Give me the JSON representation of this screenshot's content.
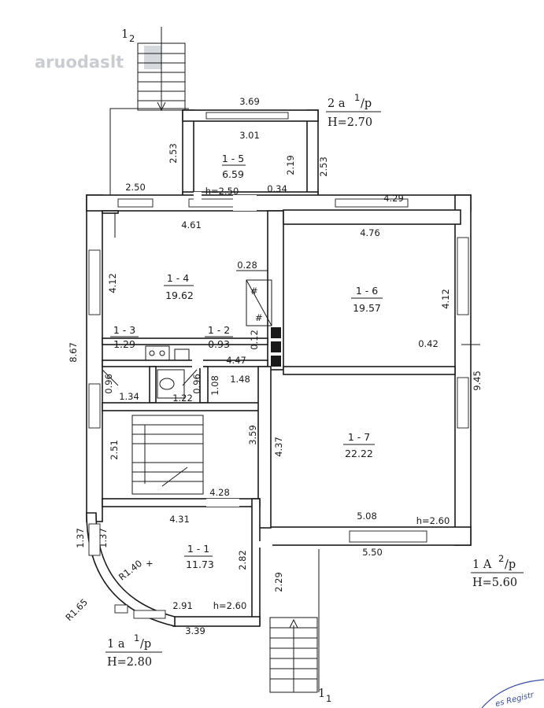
{
  "watermark": "aruodas",
  "watermark_suffix": ".lt",
  "stamp_text": "es Registr",
  "entrances": {
    "top": "1",
    "top_sub": "2",
    "bottom": "1",
    "bottom_sub": "1"
  },
  "floor_labels": [
    {
      "id": "upper",
      "name": "2 a",
      "frac": "1",
      "unit": "/p",
      "height": "H=2.70"
    },
    {
      "id": "main",
      "name": "1 A",
      "frac": "2",
      "unit": "/p",
      "height": "H=5.60"
    },
    {
      "id": "lower",
      "name": "1 a",
      "frac": "1",
      "unit": "/p",
      "height": "H=2.80"
    }
  ],
  "rooms": [
    {
      "id": "1-5",
      "label": "1 - 5",
      "area": "6.59"
    },
    {
      "id": "1-4",
      "label": "1 - 4",
      "area": "19.62"
    },
    {
      "id": "1-6",
      "label": "1 - 6",
      "area": "19.57"
    },
    {
      "id": "1-3",
      "label": "1 - 3",
      "area": "1.29"
    },
    {
      "id": "1-2",
      "label": "1 - 2",
      "area": "0.93"
    },
    {
      "id": "1-7",
      "label": "1 - 7",
      "area": "22.22"
    },
    {
      "id": "1-1",
      "label": "1 - 1",
      "area": "11.73"
    }
  ],
  "dimensions": [
    "3.69",
    "3.01",
    "2.53",
    "2.19",
    "2.53",
    "0.34",
    "h=2.50",
    "2.50",
    "4.29",
    "4.61",
    "4.76",
    "0.28",
    "4.12",
    "4.12",
    "0.42",
    "0.12",
    "8.67",
    "9.45",
    "4.47",
    "0.96",
    "0.96",
    "1.34",
    "1.22",
    "1.08",
    "1.48",
    "3.59",
    "4.37",
    "2.51",
    "4.28",
    "4.31",
    "5.08",
    "h=2.60",
    "5.50",
    "1.37",
    "1.37",
    "2.82",
    "2.29",
    "R1.40",
    "R1.65",
    "2.91",
    "h=2.60",
    "3.39"
  ]
}
